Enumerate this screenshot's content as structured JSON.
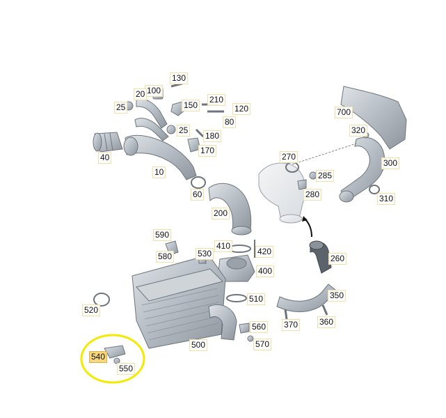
{
  "diagram": {
    "callouts": [
      {
        "id": "130",
        "label": "130"
      },
      {
        "id": "100",
        "label": "100"
      },
      {
        "id": "20",
        "label": "20"
      },
      {
        "id": "25a",
        "label": "25"
      },
      {
        "id": "150",
        "label": "150"
      },
      {
        "id": "210",
        "label": "210"
      },
      {
        "id": "120",
        "label": "120"
      },
      {
        "id": "80",
        "label": "80"
      },
      {
        "id": "25b",
        "label": "25"
      },
      {
        "id": "180",
        "label": "180"
      },
      {
        "id": "170",
        "label": "170"
      },
      {
        "id": "40",
        "label": "40"
      },
      {
        "id": "10",
        "label": "10"
      },
      {
        "id": "60",
        "label": "60"
      },
      {
        "id": "200",
        "label": "200"
      },
      {
        "id": "700",
        "label": "700"
      },
      {
        "id": "320",
        "label": "320"
      },
      {
        "id": "270",
        "label": "270"
      },
      {
        "id": "300",
        "label": "300"
      },
      {
        "id": "285",
        "label": "285"
      },
      {
        "id": "280",
        "label": "280"
      },
      {
        "id": "310",
        "label": "310"
      },
      {
        "id": "590",
        "label": "590"
      },
      {
        "id": "410",
        "label": "410"
      },
      {
        "id": "420",
        "label": "420"
      },
      {
        "id": "580",
        "label": "580"
      },
      {
        "id": "530",
        "label": "530"
      },
      {
        "id": "260",
        "label": "260"
      },
      {
        "id": "400",
        "label": "400"
      },
      {
        "id": "520",
        "label": "520"
      },
      {
        "id": "510",
        "label": "510"
      },
      {
        "id": "350",
        "label": "350"
      },
      {
        "id": "370",
        "label": "370"
      },
      {
        "id": "360",
        "label": "360"
      },
      {
        "id": "560",
        "label": "560"
      },
      {
        "id": "570",
        "label": "570"
      },
      {
        "id": "500",
        "label": "500"
      },
      {
        "id": "540",
        "label": "540"
      },
      {
        "id": "550",
        "label": "550"
      }
    ],
    "highlighted_part": "540",
    "highlight_color": "#f7d67c",
    "circle_color": "#f4ea00",
    "part_fill": "#bcc3cb",
    "part_stroke": "#6d747c",
    "pale_part_fill": "#e6e9ec"
  }
}
